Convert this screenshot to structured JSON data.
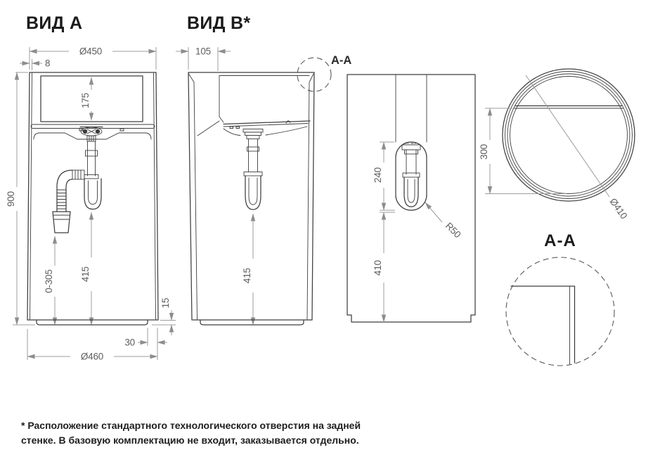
{
  "views": {
    "a": {
      "title": "ВИД А",
      "dims": {
        "d_top": "Ø450",
        "wall": "8",
        "bowl_depth": "175",
        "height": "900",
        "hose": "0-305",
        "siphon": "415",
        "plinth": "15",
        "foot": "30",
        "d_bottom": "Ø460"
      }
    },
    "b": {
      "title": "ВИД В*",
      "callout": "A-A",
      "dims": {
        "back": "105",
        "siphon": "415"
      }
    },
    "back": {
      "dims": {
        "slot": "240",
        "to_floor": "410",
        "radius": "R50"
      }
    },
    "top": {
      "dims": {
        "chord": "300",
        "diameter": "Ø410"
      }
    },
    "detail": {
      "title": "A-A"
    }
  },
  "footnote": {
    "line1": "* Расположение стандартного технологического отверстия на задней",
    "line2": "стенке. В базовую комплектацию не входит, заказывается отдельно."
  },
  "colors": {
    "outline": "#3e3e3e",
    "dimension": "#9c9c9c",
    "dimension_text": "#5f5f5f",
    "text": "#1b1b1b"
  }
}
